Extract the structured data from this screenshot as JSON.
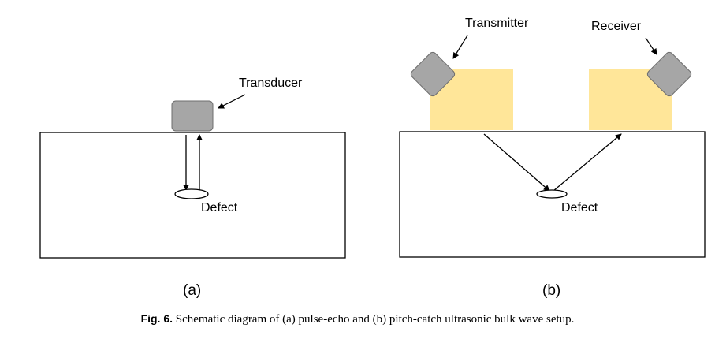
{
  "panel_a": {
    "transducer_label": "Transducer",
    "defect_label": "Defect",
    "panel_label": "(a)"
  },
  "panel_b": {
    "transmitter_label": "Transmitter",
    "receiver_label": "Receiver",
    "defect_label": "Defect",
    "panel_label": "(b)"
  },
  "caption": {
    "figure_number": "Fig. 6.",
    "text": "Schematic diagram of (a) pulse-echo and (b) pitch-catch ultrasonic bulk wave setup."
  },
  "colors": {
    "transducer_fill": "#a6a6a6",
    "transducer_stroke": "#6e6e6e",
    "wedge_fill": "#ffe699",
    "line": "#000000"
  }
}
